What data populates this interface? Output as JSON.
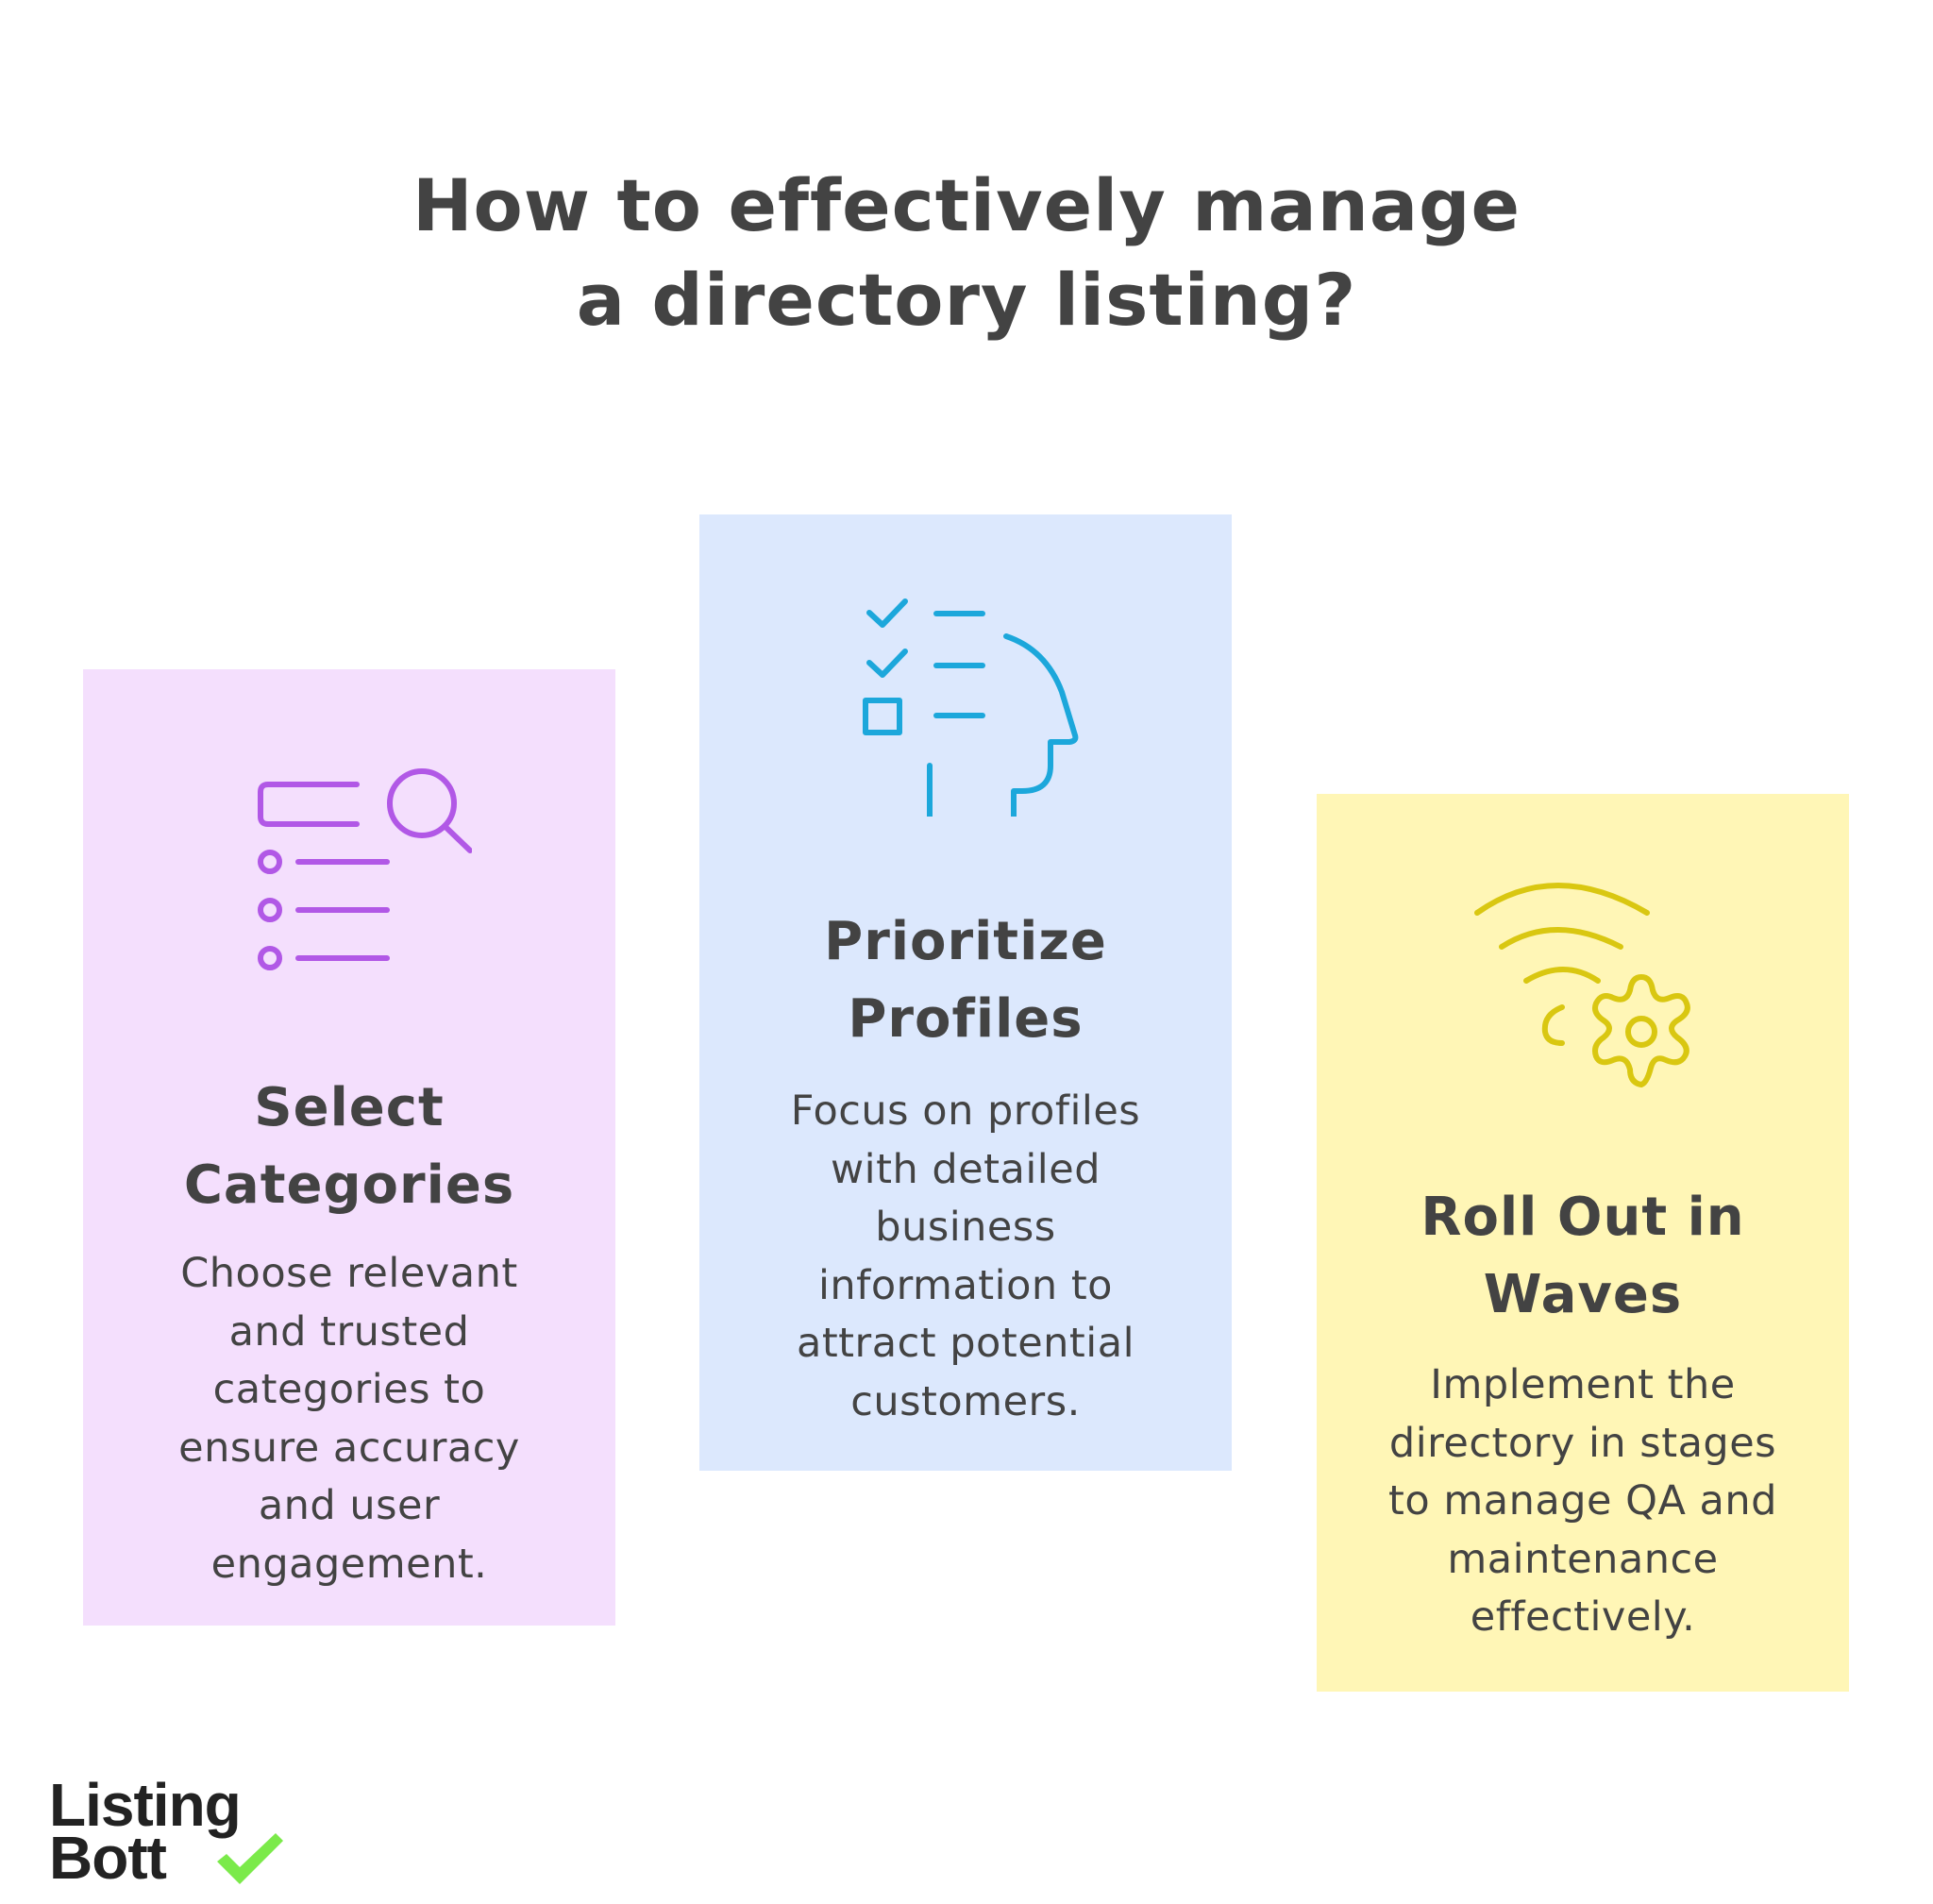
{
  "title": {
    "lines": [
      "How to effectively manage",
      "a directory listing?"
    ]
  },
  "colors": {
    "text": "#434343",
    "purple_card_bg": "#F4DFFD",
    "purple_icon": "#B158E6",
    "blue_card_bg": "#DCE8FD",
    "blue_icon": "#1CA7DB",
    "yellow_card_bg": "#FFF6B6",
    "yellow_icon": "#D9C711",
    "logo_text": "#222222",
    "logo_check": "#7BEA4A"
  },
  "cards": [
    {
      "icon": "list-search-icon",
      "heading": [
        "Select",
        "Categories"
      ],
      "body": [
        "Choose relevant",
        "and trusted",
        "categories to",
        "ensure accuracy",
        "and user",
        "engagement."
      ]
    },
    {
      "icon": "checklist-head-icon",
      "heading": [
        "Prioritize",
        "Profiles"
      ],
      "body": [
        "Focus on profiles",
        "with detailed",
        "business",
        "information to",
        "attract potential",
        "customers."
      ]
    },
    {
      "icon": "waves-gear-icon",
      "heading": [
        "Roll Out in",
        "Waves"
      ],
      "body": [
        "Implement the",
        "directory in stages",
        "to manage QA and",
        "maintenance",
        "effectively."
      ]
    }
  ],
  "logo": {
    "line1": "Listing",
    "line2": "Bott",
    "mark": "checkmark-icon"
  }
}
